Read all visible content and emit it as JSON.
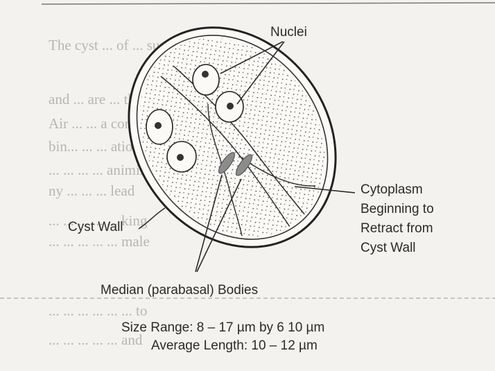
{
  "diagram": {
    "labels": {
      "nuclei": "Nuclei",
      "cytoplasm": [
        "Cytoplasm",
        "Beginning to",
        "Retract from",
        "Cyst Wall"
      ],
      "cyst_wall": "Cyst Wall",
      "median_bodies": "Median (parabasal) Bodies"
    },
    "caption": {
      "size_range": "Size Range: 8 – 17 µm by 6   10 µm",
      "average_length": "Average Length: 10 – 12 µm"
    }
  },
  "background_text": {
    "lines": [
      "The cyst ... of ... support o",
      "and ... are ... through",
      "Air ... ... a com",
      "bin... ... ... ation",
      "... ... ... ... animing",
      "ny ... ... ... lead",
      "... ... ... ... ... king",
      "... ... ... ... ... male",
      "... ... ... ... ... ... to",
      "... ... ... ... ... and"
    ]
  }
}
